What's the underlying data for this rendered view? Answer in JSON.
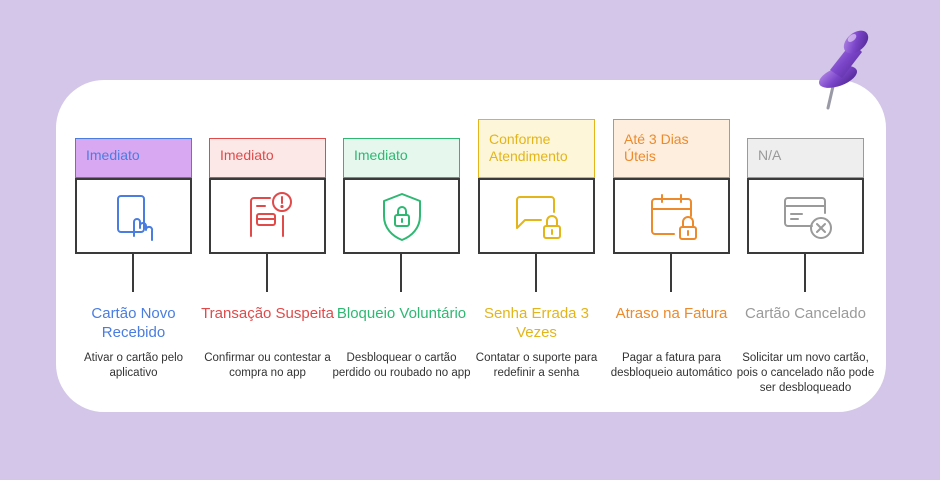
{
  "colors": {
    "background": "#d3c6e8",
    "card": "#ffffff",
    "stroke": "#3a3a3a"
  },
  "steps": [
    {
      "timing": "Imediato",
      "title": "Cartão Novo Recebido",
      "description": "Ativar o cartão pelo aplicativo",
      "accent": "#4a7de0",
      "fill": "#d9a8f2",
      "icon": "tap-card-icon"
    },
    {
      "timing": "Imediato",
      "title": "Transação Suspeita",
      "description": "Confirmar ou contestar a compra no app",
      "accent": "#e04a4a",
      "fill": "#fde8e8",
      "icon": "suspicious-transaction-icon"
    },
    {
      "timing": "Imediato",
      "title": "Bloqueio Voluntário",
      "description": "Desbloquear o cartão perdido ou roubado no app",
      "accent": "#2eb872",
      "fill": "#e6f8ee",
      "icon": "shield-lock-icon"
    },
    {
      "timing": "Conforme Atendimento",
      "title": "Senha Errada 3 Vezes",
      "description": "Contatar o suporte para redefinir a senha",
      "accent": "#e3b51a",
      "fill": "#fdf6d8",
      "icon": "chat-lock-icon"
    },
    {
      "timing": "Até 3 Dias Úteis",
      "title": "Atraso na Fatura",
      "description": "Pagar a fatura para desbloqueio automático",
      "accent": "#ec8a2c",
      "fill": "#fdeedd",
      "icon": "calendar-lock-icon"
    },
    {
      "timing": "N/A",
      "title": "Cartão Cancelado",
      "description": "Solicitar um novo cartão, pois o cancelado não pode ser desbloqueado",
      "accent": "#9a9a9a",
      "fill": "#eeeeee",
      "icon": "card-cancel-icon"
    }
  ]
}
